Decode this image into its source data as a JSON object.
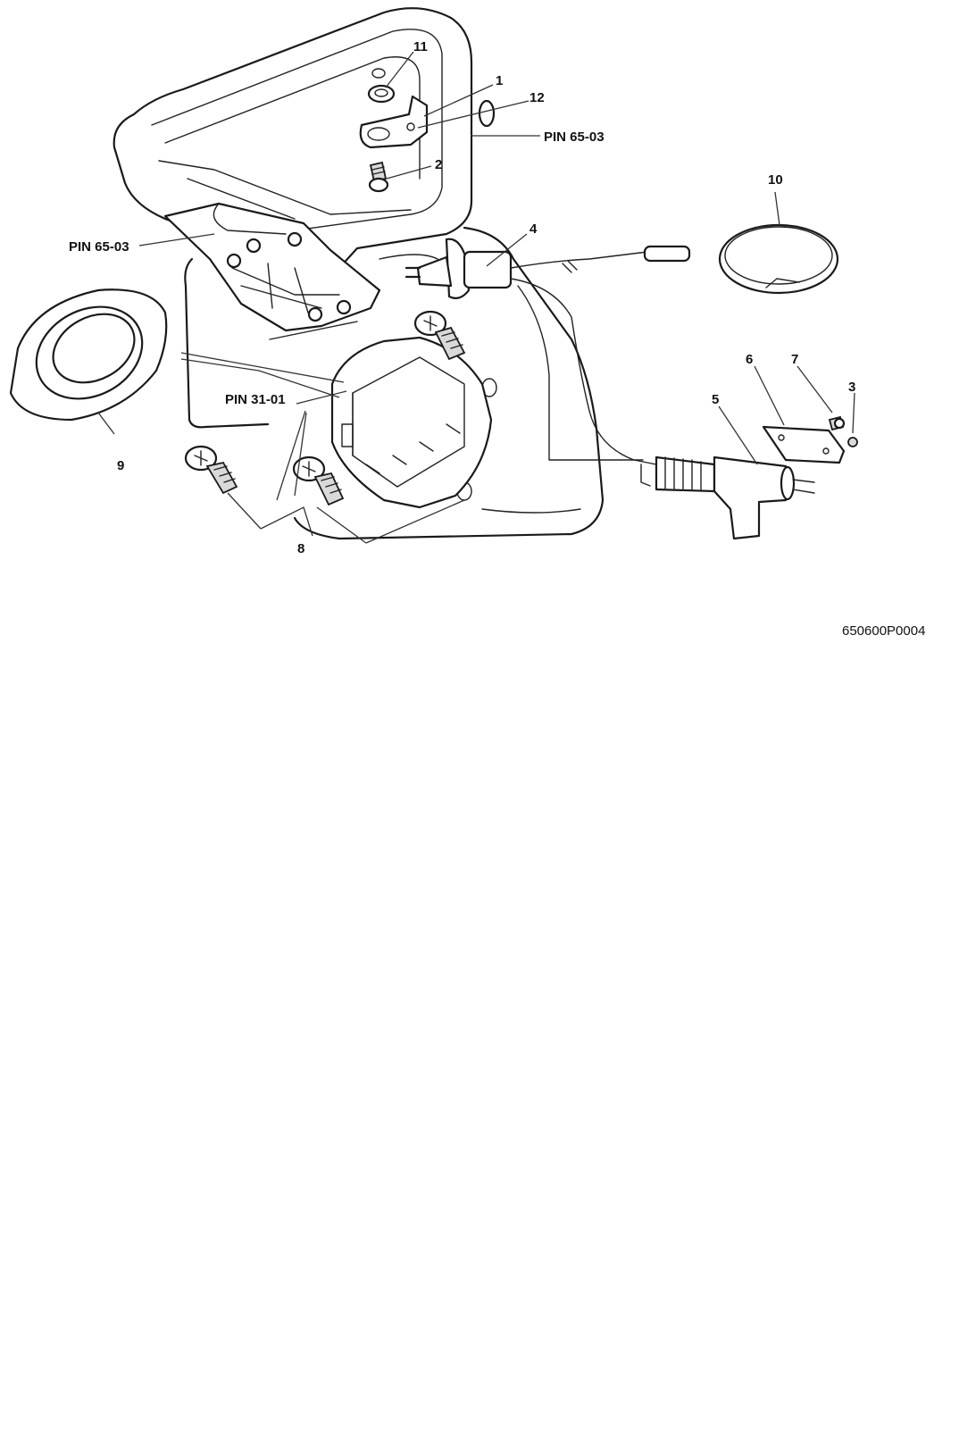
{
  "diagram": {
    "callouts": {
      "c1": "1",
      "c2": "2",
      "c3": "3",
      "c4": "4",
      "c5": "5",
      "c6": "6",
      "c7": "7",
      "c8": "8",
      "c9": "9",
      "c10": "10",
      "c11": "11",
      "c12": "12"
    },
    "references": {
      "pin_65_03_right": "PIN 65-03",
      "pin_65_03_left": "PIN 65-03",
      "pin_31_01": "PIN 31-01"
    },
    "figure_code": "650600P0004"
  }
}
